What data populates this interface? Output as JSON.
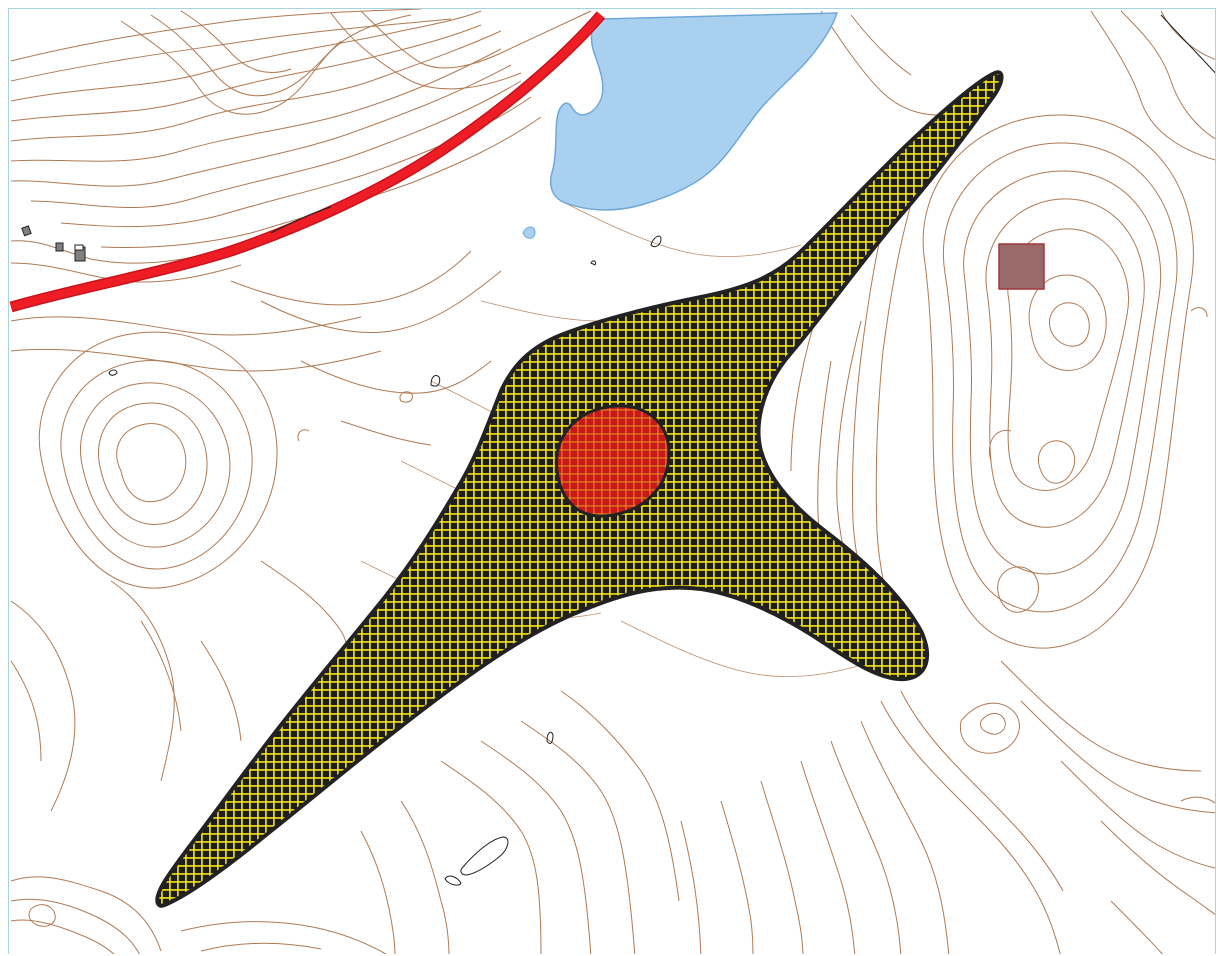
{
  "map": {
    "colors": {
      "background": "#ffffff",
      "frame_border": "#a7d4de",
      "contour": "#b07a52",
      "road": "#ee1c25",
      "road_edge": "#c8131b",
      "lake_fill": "#aad0ef",
      "lake_edge": "#6fa8d8",
      "zone_fill": "#1e1e1e",
      "zone_hatch": "#f5e31a",
      "zone_outline": "#222222",
      "core_fill": "#c8181c",
      "core_hatch": "#f5e31a",
      "marker_fill": "#9a6a6a",
      "marker_edge": "#a0373a",
      "building_fill": "#808080",
      "building_edge": "#222222"
    },
    "layers": {
      "contours": "contour-lines",
      "road": "main-road",
      "lake": "lake",
      "zone": "hatched-zone",
      "core": "core-zone",
      "marker": "square-marker",
      "buildings": "buildings"
    }
  }
}
